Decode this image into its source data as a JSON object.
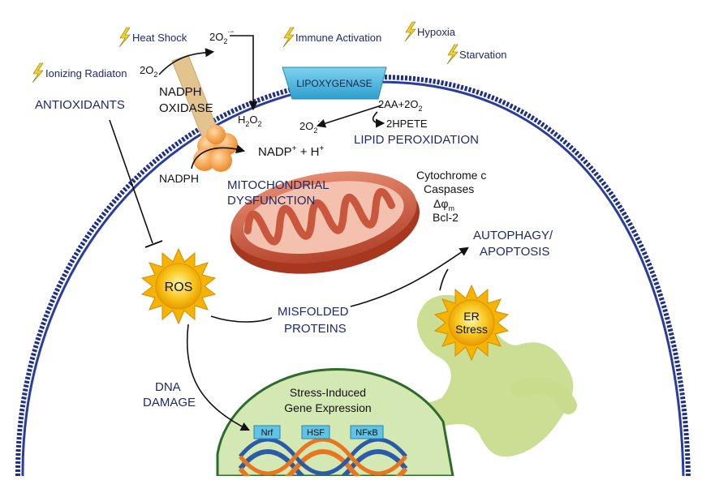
{
  "stressors": {
    "heat_shock": "Heat Shock",
    "immune_activation": "Immune Activation",
    "hypoxia": "Hypoxia",
    "starvation": "Starvation",
    "ionizing_radiation": "Ionizing Radiaton"
  },
  "labels": {
    "antioxidants": "ANTIOXIDANTS",
    "nadph_oxidase_1": "NADPH",
    "nadph_oxidase_2": "OXIDASE",
    "lipoxygenase": "LIPOXYGENASE",
    "lipid_peroxidation": "LIPID PEROXIDATION",
    "mito_1": "MITOCHONDRIAL",
    "mito_2": "DYSFUNCTION",
    "autophagy_1": "AUTOPHAGY/",
    "autophagy_2": "APOPTOSIS",
    "ros": "ROS",
    "misfolded_1": "MISFOLDED",
    "misfolded_2": "PROTEINS",
    "er_1": "ER",
    "er_2": "Stress",
    "dna_1": "DNA",
    "dna_2": "DAMAGE",
    "gene_1": "Stress-Induced",
    "gene_2": "Gene Expression"
  },
  "chemistry": {
    "o2_left": "2O",
    "o2_left_sub": "2",
    "superoxide_top": "2O",
    "superoxide_top_sub": "2",
    "superoxide_top_sup": "·−",
    "h2o2_a": "H",
    "h2o2_sub1": "2",
    "h2o2_b": "O",
    "h2o2_sub2": "2",
    "nadp": "NADP",
    "nadp_sup": "+",
    "nadp_rest": " + H",
    "nadp_sup2": "+",
    "nadph": "NADPH",
    "aa": "2AA+2O",
    "aa_sub": "2",
    "hpete": "2HPETE",
    "superoxide_mid": "2O",
    "superoxide_mid_sub": "2",
    "superoxide_mid_sup": "·"
  },
  "mito_factors": {
    "cytochrome": "Cytochrome c",
    "caspases": "Caspases",
    "delta_phi": "Δφ",
    "delta_phi_sub": "m",
    "bcl2": "Bcl-2"
  },
  "transcription_factors": [
    "Nrf",
    "HSF",
    "NFκB"
  ],
  "colors": {
    "membrane": "#1e2f8a",
    "navy_text": "#1f2a6b",
    "lightning": "#f2d22a",
    "sun": "#f5b400",
    "mito": "#c8573d",
    "er": "#c9dc8e",
    "nucleus_fill": "#d4e8b4",
    "nucleus_stroke": "#2f6b2a",
    "lipoxygenase": "#4fb8de",
    "oxidase_stalk": "#e3c48f",
    "oxidase_balls": "#f5a14a",
    "dna_blue": "#2a5aa8",
    "dna_orange": "#e8761f",
    "tf_box": "#5fc3e6"
  }
}
